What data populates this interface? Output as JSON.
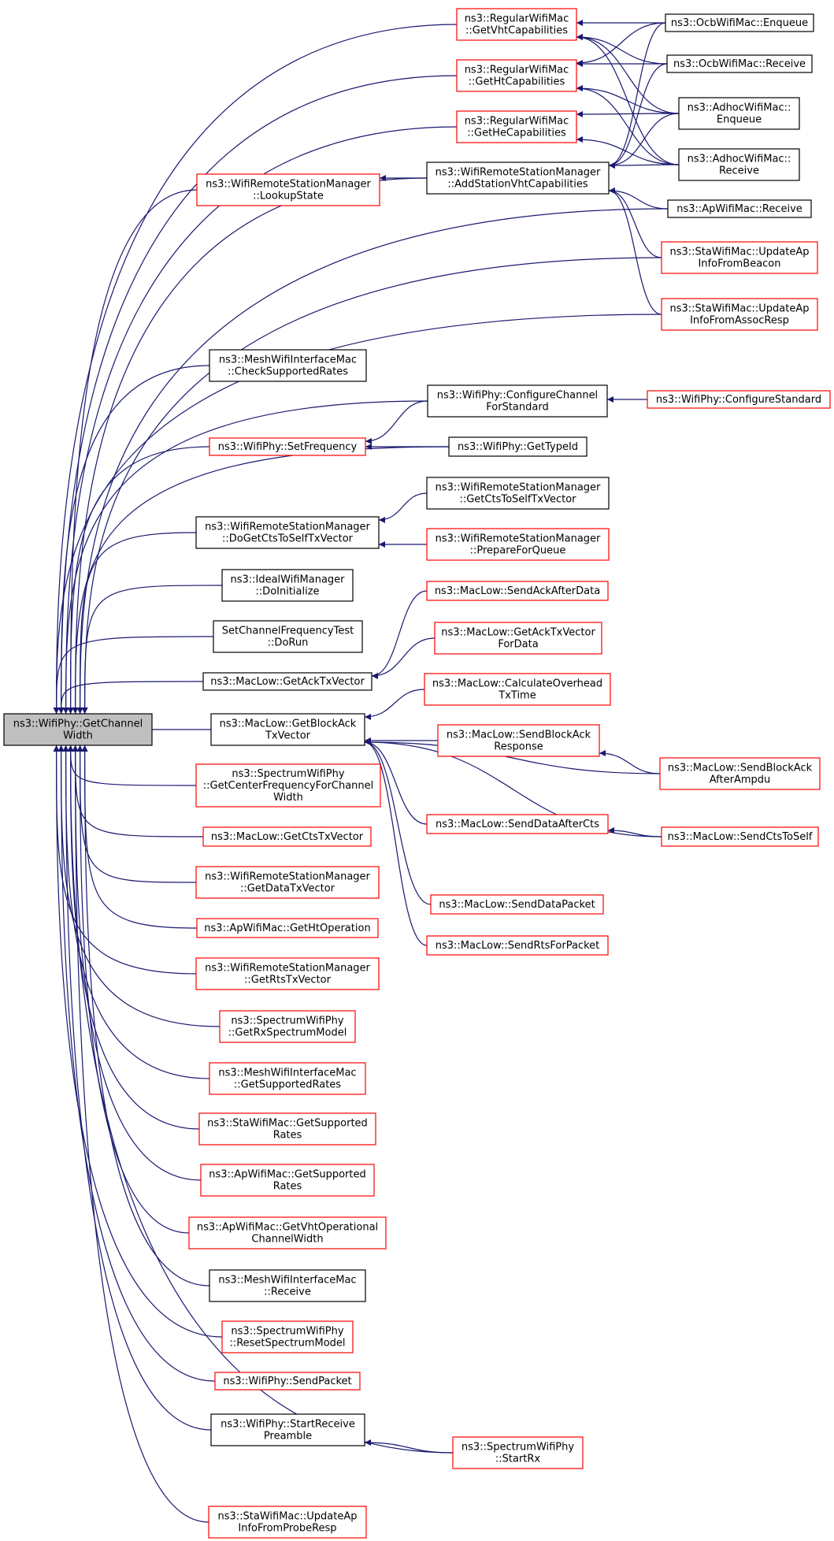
{
  "colors": {
    "edge": "#191970",
    "border_normal": "#000000",
    "border_link": "#ff0000",
    "fill_normal": "#ffffff",
    "fill_focus": "#bfbfbf"
  },
  "nodes": [
    {
      "id": "root",
      "lines": [
        "ns3::WifiPhy::GetChannel",
        "Width"
      ],
      "kind": "focus"
    },
    {
      "id": "getvht",
      "lines": [
        "ns3::RegularWifiMac",
        "::GetVhtCapabilities"
      ],
      "kind": "link"
    },
    {
      "id": "getht",
      "lines": [
        "ns3::RegularWifiMac",
        "::GetHtCapabilities"
      ],
      "kind": "link"
    },
    {
      "id": "gethe",
      "lines": [
        "ns3::RegularWifiMac",
        "::GetHeCapabilities"
      ],
      "kind": "link"
    },
    {
      "id": "lookup",
      "lines": [
        "ns3::WifiRemoteStationManager",
        "::LookupState"
      ],
      "kind": "link"
    },
    {
      "id": "addvht",
      "lines": [
        "ns3::WifiRemoteStationManager",
        "::AddStationVhtCapabilities"
      ],
      "kind": "normal"
    },
    {
      "id": "ocbenq",
      "lines": [
        "ns3::OcbWifiMac::Enqueue"
      ],
      "kind": "normal"
    },
    {
      "id": "ocbrecv",
      "lines": [
        "ns3::OcbWifiMac::Receive"
      ],
      "kind": "normal"
    },
    {
      "id": "adhocenq",
      "lines": [
        "ns3::AdhocWifiMac::",
        "Enqueue"
      ],
      "kind": "normal"
    },
    {
      "id": "adhocrecv",
      "lines": [
        "ns3::AdhocWifiMac::",
        "Receive"
      ],
      "kind": "normal"
    },
    {
      "id": "aprecv",
      "lines": [
        "ns3::ApWifiMac::Receive"
      ],
      "kind": "normal"
    },
    {
      "id": "staupdbeacon",
      "lines": [
        "ns3::StaWifiMac::UpdateAp",
        "InfoFromBeacon"
      ],
      "kind": "link"
    },
    {
      "id": "staupdassoc",
      "lines": [
        "ns3::StaWifiMac::UpdateAp",
        "InfoFromAssocResp"
      ],
      "kind": "link"
    },
    {
      "id": "meshcheck",
      "lines": [
        "ns3::MeshWifiInterfaceMac",
        "::CheckSupportedRates"
      ],
      "kind": "normal"
    },
    {
      "id": "confchan",
      "lines": [
        "ns3::WifiPhy::ConfigureChannel",
        "ForStandard"
      ],
      "kind": "normal"
    },
    {
      "id": "confstd",
      "lines": [
        "ns3::WifiPhy::ConfigureStandard"
      ],
      "kind": "link"
    },
    {
      "id": "setfreq",
      "lines": [
        "ns3::WifiPhy::SetFrequency"
      ],
      "kind": "link"
    },
    {
      "id": "typeid",
      "lines": [
        "ns3::WifiPhy::GetTypeId"
      ],
      "kind": "normal"
    },
    {
      "id": "dogetcts",
      "lines": [
        "ns3::WifiRemoteStationManager",
        "::DoGetCtsToSelfTxVector"
      ],
      "kind": "normal"
    },
    {
      "id": "getctsself",
      "lines": [
        "ns3::WifiRemoteStationManager",
        "::GetCtsToSelfTxVector"
      ],
      "kind": "normal"
    },
    {
      "id": "prepq",
      "lines": [
        "ns3::WifiRemoteStationManager",
        "::PrepareForQueue"
      ],
      "kind": "link"
    },
    {
      "id": "idealinit",
      "lines": [
        "ns3::IdealWifiManager",
        "::DoInitialize"
      ],
      "kind": "normal"
    },
    {
      "id": "setchanfreq",
      "lines": [
        "SetChannelFrequencyTest",
        "::DoRun"
      ],
      "kind": "normal"
    },
    {
      "id": "sendackafter",
      "lines": [
        "ns3::MacLow::SendAckAfterData"
      ],
      "kind": "link"
    },
    {
      "id": "getackfordata",
      "lines": [
        "ns3::MacLow::GetAckTxVector",
        "ForData"
      ],
      "kind": "link"
    },
    {
      "id": "getack",
      "lines": [
        "ns3::MacLow::GetAckTxVector"
      ],
      "kind": "normal"
    },
    {
      "id": "calcover",
      "lines": [
        "ns3::MacLow::CalculateOverhead",
        "TxTime"
      ],
      "kind": "link"
    },
    {
      "id": "getblockack",
      "lines": [
        "ns3::MacLow::GetBlockAck",
        "TxVector"
      ],
      "kind": "normal"
    },
    {
      "id": "sendbaresp",
      "lines": [
        "ns3::MacLow::SendBlockAck",
        "Response"
      ],
      "kind": "link"
    },
    {
      "id": "sendbaampdu",
      "lines": [
        "ns3::MacLow::SendBlockAck",
        "AfterAmpdu"
      ],
      "kind": "link"
    },
    {
      "id": "getcenter",
      "lines": [
        "ns3::SpectrumWifiPhy",
        "::GetCenterFrequencyForChannel",
        "Width"
      ],
      "kind": "link"
    },
    {
      "id": "senddataafter",
      "lines": [
        "ns3::MacLow::SendDataAfterCts"
      ],
      "kind": "link"
    },
    {
      "id": "sendctsself",
      "lines": [
        "ns3::MacLow::SendCtsToSelf"
      ],
      "kind": "link"
    },
    {
      "id": "getcts",
      "lines": [
        "ns3::MacLow::GetCtsTxVector"
      ],
      "kind": "link"
    },
    {
      "id": "getdata",
      "lines": [
        "ns3::WifiRemoteStationManager",
        "::GetDataTxVector"
      ],
      "kind": "link"
    },
    {
      "id": "senddatapkt",
      "lines": [
        "ns3::MacLow::SendDataPacket"
      ],
      "kind": "link"
    },
    {
      "id": "getht2",
      "lines": [
        "ns3::ApWifiMac::GetHtOperation"
      ],
      "kind": "link"
    },
    {
      "id": "sendrts",
      "lines": [
        "ns3::MacLow::SendRtsForPacket"
      ],
      "kind": "link"
    },
    {
      "id": "getrts",
      "lines": [
        "ns3::WifiRemoteStationManager",
        "::GetRtsTxVector"
      ],
      "kind": "link"
    },
    {
      "id": "getrxspec",
      "lines": [
        "ns3::SpectrumWifiPhy",
        "::GetRxSpectrumModel"
      ],
      "kind": "link"
    },
    {
      "id": "meshsupp",
      "lines": [
        "ns3::MeshWifiInterfaceMac",
        "::GetSupportedRates"
      ],
      "kind": "link"
    },
    {
      "id": "stasupp",
      "lines": [
        "ns3::StaWifiMac::GetSupported",
        "Rates"
      ],
      "kind": "link"
    },
    {
      "id": "apsupp",
      "lines": [
        "ns3::ApWifiMac::GetSupported",
        "Rates"
      ],
      "kind": "link"
    },
    {
      "id": "apvhtop",
      "lines": [
        "ns3::ApWifiMac::GetVhtOperational",
        "ChannelWidth"
      ],
      "kind": "link"
    },
    {
      "id": "meshrecv",
      "lines": [
        "ns3::MeshWifiInterfaceMac",
        "::Receive"
      ],
      "kind": "normal"
    },
    {
      "id": "resetspec",
      "lines": [
        "ns3::SpectrumWifiPhy",
        "::ResetSpectrumModel"
      ],
      "kind": "link"
    },
    {
      "id": "sendpkt",
      "lines": [
        "ns3::WifiPhy::SendPacket"
      ],
      "kind": "link"
    },
    {
      "id": "startrecvpre",
      "lines": [
        "ns3::WifiPhy::StartReceive",
        "Preamble"
      ],
      "kind": "normal"
    },
    {
      "id": "startrx",
      "lines": [
        "ns3::SpectrumWifiPhy",
        "::StartRx"
      ],
      "kind": "link"
    },
    {
      "id": "staupdprobe",
      "lines": [
        "ns3::StaWifiMac::UpdateAp",
        "InfoFromProbeResp"
      ],
      "kind": "link"
    }
  ],
  "edges": [
    [
      "getvht",
      "root"
    ],
    [
      "getht",
      "root"
    ],
    [
      "gethe",
      "root"
    ],
    [
      "lookup",
      "root"
    ],
    [
      "addvht",
      "root"
    ],
    [
      "aprecv",
      "root"
    ],
    [
      "staupdbeacon",
      "root"
    ],
    [
      "staupdassoc",
      "root"
    ],
    [
      "meshcheck",
      "root"
    ],
    [
      "confchan",
      "root"
    ],
    [
      "setfreq",
      "root"
    ],
    [
      "typeid",
      "root"
    ],
    [
      "dogetcts",
      "root"
    ],
    [
      "idealinit",
      "root"
    ],
    [
      "setchanfreq",
      "root"
    ],
    [
      "getack",
      "root"
    ],
    [
      "getblockack",
      "root"
    ],
    [
      "getcenter",
      "root"
    ],
    [
      "getcts",
      "root"
    ],
    [
      "getdata",
      "root"
    ],
    [
      "getht2",
      "root"
    ],
    [
      "getrts",
      "root"
    ],
    [
      "getrxspec",
      "root"
    ],
    [
      "meshsupp",
      "root"
    ],
    [
      "stasupp",
      "root"
    ],
    [
      "apsupp",
      "root"
    ],
    [
      "apvhtop",
      "root"
    ],
    [
      "meshrecv",
      "root"
    ],
    [
      "resetspec",
      "root"
    ],
    [
      "sendpkt",
      "root"
    ],
    [
      "startrecvpre",
      "root"
    ],
    [
      "startrx",
      "root"
    ],
    [
      "staupdprobe",
      "root"
    ],
    [
      "ocbenq",
      "getvht"
    ],
    [
      "ocbrecv",
      "getvht"
    ],
    [
      "adhocenq",
      "getvht"
    ],
    [
      "adhocrecv",
      "getvht"
    ],
    [
      "ocbenq",
      "getht"
    ],
    [
      "ocbrecv",
      "getht"
    ],
    [
      "adhocenq",
      "getht"
    ],
    [
      "adhocrecv",
      "getht"
    ],
    [
      "adhocenq",
      "gethe"
    ],
    [
      "adhocrecv",
      "gethe"
    ],
    [
      "addvht",
      "lookup"
    ],
    [
      "ocbenq",
      "addvht"
    ],
    [
      "ocbrecv",
      "addvht"
    ],
    [
      "adhocenq",
      "addvht"
    ],
    [
      "adhocrecv",
      "addvht"
    ],
    [
      "aprecv",
      "addvht"
    ],
    [
      "staupdbeacon",
      "addvht"
    ],
    [
      "staupdassoc",
      "addvht"
    ],
    [
      "confstd",
      "confchan"
    ],
    [
      "confchan",
      "setfreq"
    ],
    [
      "typeid",
      "setfreq"
    ],
    [
      "getctsself",
      "dogetcts"
    ],
    [
      "prepq",
      "dogetcts"
    ],
    [
      "sendackafter",
      "getack"
    ],
    [
      "getackfordata",
      "getack"
    ],
    [
      "calcover",
      "getblockack"
    ],
    [
      "sendbaresp",
      "getblockack"
    ],
    [
      "sendbaampdu",
      "getblockack"
    ],
    [
      "senddataafter",
      "getblockack"
    ],
    [
      "sendctsself",
      "getblockack"
    ],
    [
      "senddatapkt",
      "getblockack"
    ],
    [
      "sendrts",
      "getblockack"
    ],
    [
      "sendbaampdu",
      "sendbaresp"
    ],
    [
      "sendctsself",
      "senddataafter"
    ],
    [
      "startrx",
      "startrecvpre"
    ]
  ]
}
